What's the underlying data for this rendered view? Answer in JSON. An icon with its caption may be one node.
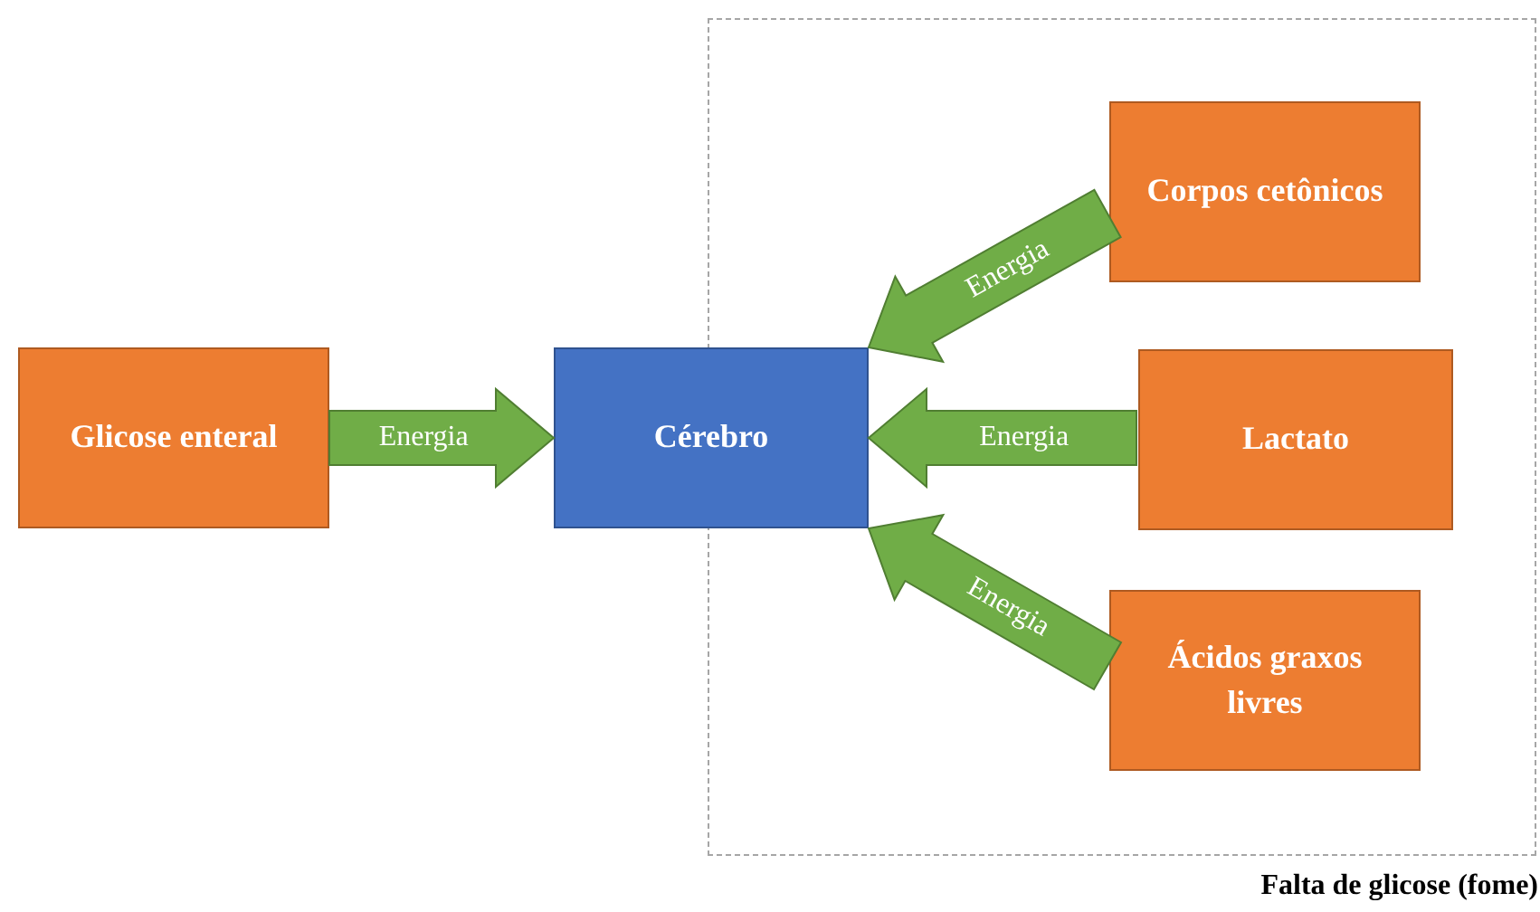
{
  "diagram": {
    "nodes": [
      {
        "text": [
          "Falta de glicose (fome)"
        ]
      },
      {
        "text": [
          "Glicose enteral"
        ]
      },
      {
        "text": [
          "Cérebro"
        ]
      },
      {
        "text": [
          "Corpos cetônicos"
        ],
        "in": 0
      },
      {
        "text": [
          "Lactato"
        ],
        "in": 0
      },
      {
        "text": [
          "Ácidos graxos livres"
        ],
        "in": 0
      }
    ],
    "edges": [
      {
        "from": 1,
        "to": 2,
        "arrow": "to",
        "label": "Energia"
      },
      {
        "from": 3,
        "to": 2,
        "arrow": "to",
        "label": "Energia"
      },
      {
        "from": 4,
        "to": 2,
        "arrow": "to",
        "label": "Energia"
      },
      {
        "from": 5,
        "to": 2,
        "arrow": "to",
        "label": "Energia"
      }
    ]
  }
}
